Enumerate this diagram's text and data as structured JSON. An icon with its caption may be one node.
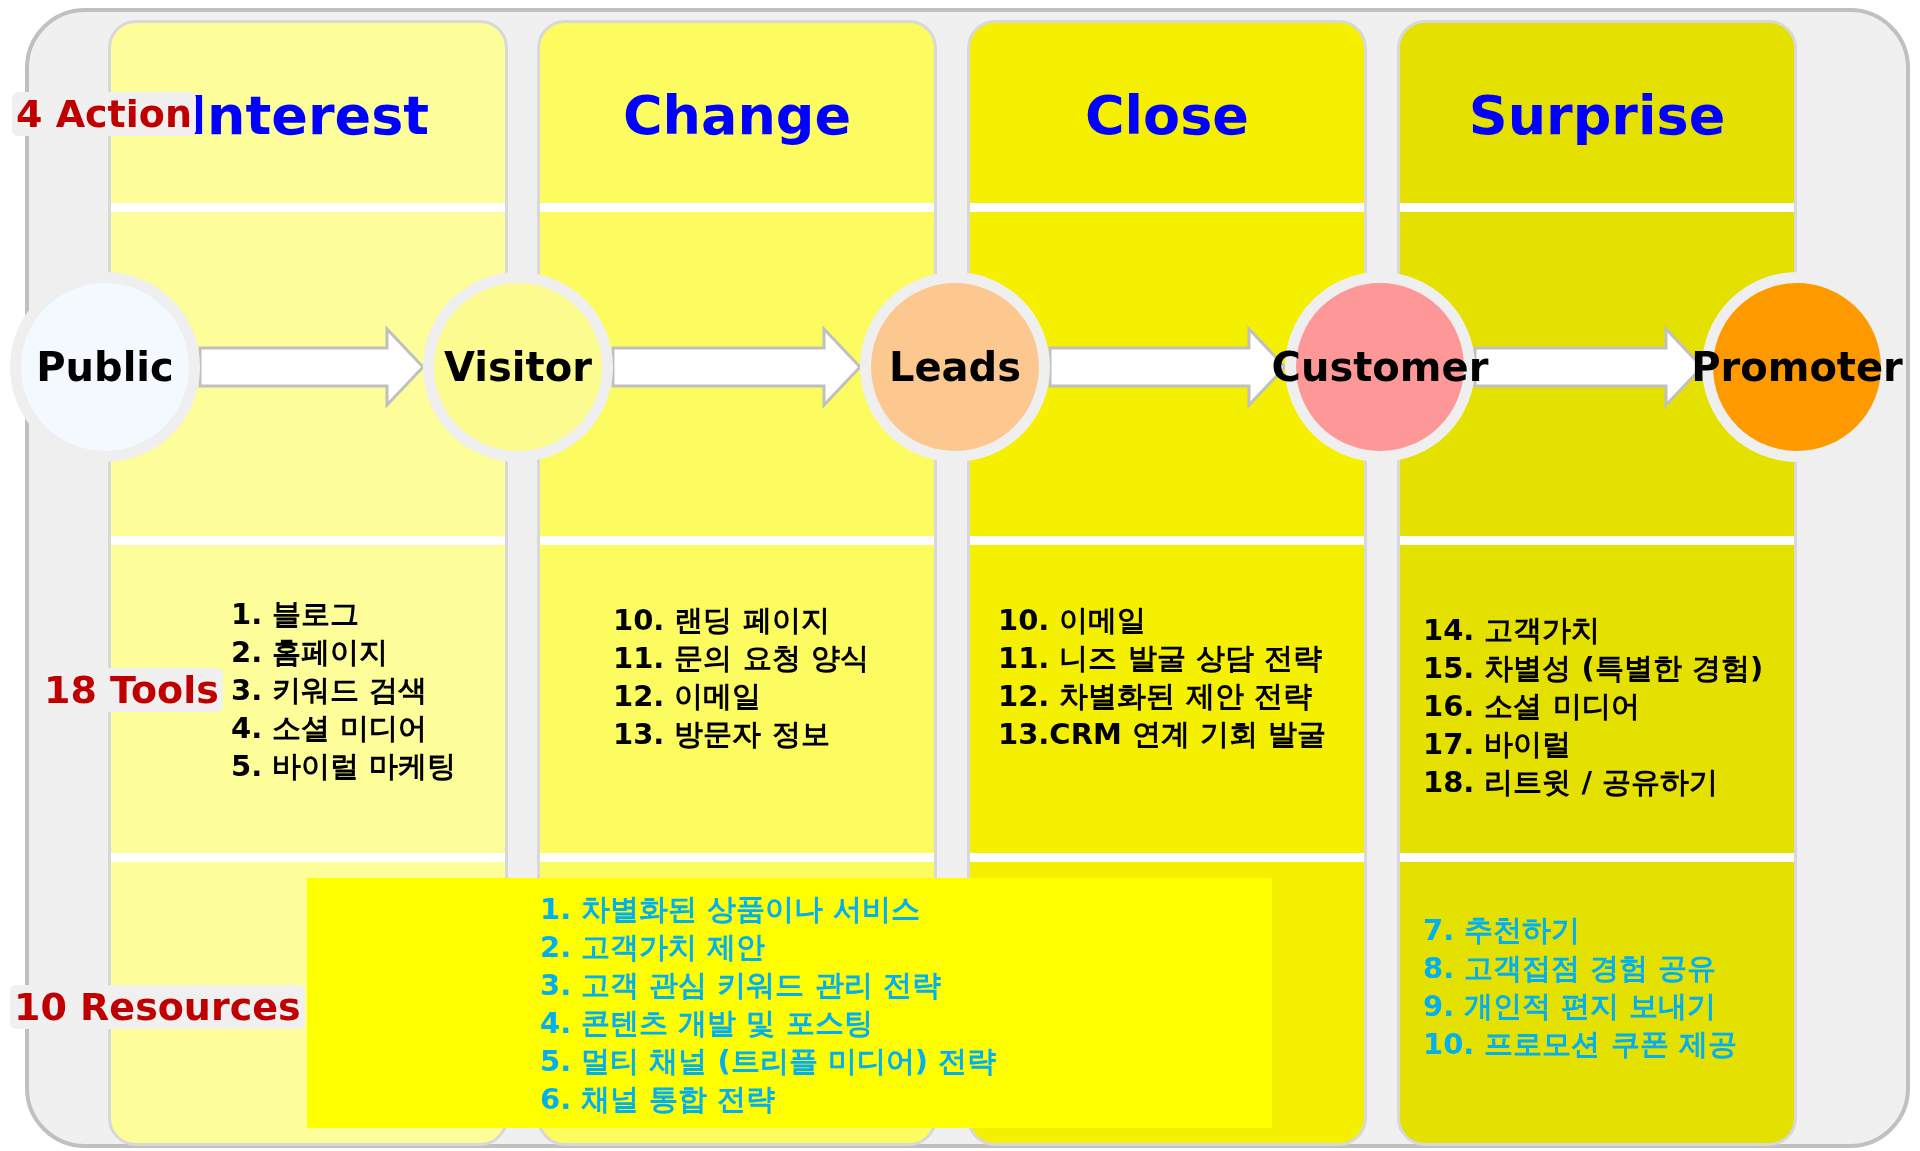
{
  "diagram": {
    "nodes": [
      {
        "text": [
          "Interest",
          "1. 블로그",
          "2. 홈페이지",
          "3. 키워드 검색",
          "4. 소셜 미디어",
          "5. 바이럴 마케팅"
        ]
      },
      {
        "text": [
          "Change",
          "10. 랜딩 페이지",
          "11. 문의 요청 양식",
          "12. 이메일",
          "13. 방문자 정보"
        ]
      },
      {
        "text": [
          "Close",
          "10. 이메일",
          "11. 니즈 발굴 상담 전략",
          "12. 차별화된 제안 전략",
          "13.CRM 연계 기회 발굴"
        ]
      },
      {
        "text": [
          "Surprise",
          "14. 고객가치",
          "15. 차별성 (특별한 경험)",
          "16. 소셜 미디어",
          "17. 바이럴",
          "18. 리트윗 / 공유하기",
          "7. 추천하기",
          "8. 고객접점 경험 공유",
          "9. 개인적 편지 보내기",
          "10. 프로모션 쿠폰 제공"
        ]
      },
      {
        "text": [
          "Public"
        ]
      },
      {
        "text": [
          "Visitor"
        ]
      },
      {
        "text": [
          "Leads"
        ]
      },
      {
        "text": [
          "Customer"
        ]
      },
      {
        "text": [
          "Promoter"
        ]
      },
      {
        "text": [
          "1. 차별화된 상품이나 서비스",
          "2. 고객가치 제안",
          "3. 고객 관심 키워드 관리 전략",
          "4. 콘텐츠 개발 및 포스팅",
          "5. 멀티 채널 (트리플 미디어) 전략",
          "6. 채널 통합 전략"
        ]
      }
    ],
    "edges": [
      {
        "from": 4,
        "to": 5,
        "arrow": "to"
      },
      {
        "from": 5,
        "to": 6,
        "arrow": "to"
      },
      {
        "from": 6,
        "to": 7,
        "arrow": "to"
      },
      {
        "from": 7,
        "to": 8,
        "arrow": "to"
      }
    ],
    "labels": [
      "4 Action",
      "18 Tools",
      "10 Resources"
    ]
  }
}
